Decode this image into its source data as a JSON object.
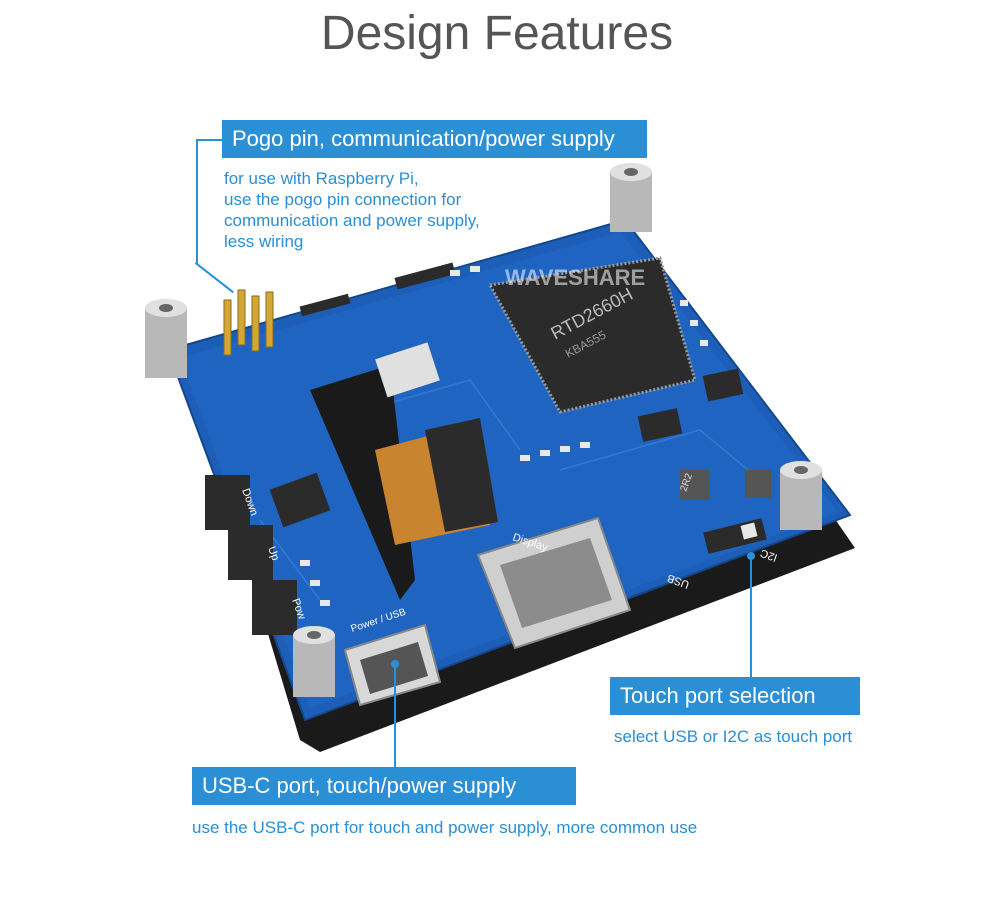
{
  "title": "Design Features",
  "accent_color": "#2a8fd4",
  "board_brand": "WAVESHARE",
  "board_labels": {
    "chip_text": "RTD2660H",
    "chip_sub": "KBA555",
    "button_down": "Down",
    "button_up": "Up",
    "button_power": "Pow",
    "hdmi": "Display",
    "usb_label": "Power / USB",
    "usb_switch": "USB",
    "i2c_switch": "I2C",
    "inductor": "2R2"
  },
  "callouts": {
    "pogo": {
      "title": "Pogo pin, communication/power supply",
      "lines": [
        "for use with Raspberry Pi,",
        "use the pogo pin connection for",
        "communication and power supply,",
        "less wiring"
      ]
    },
    "touch_port": {
      "title": "Touch port selection",
      "description": "select USB or I2C as touch port"
    },
    "usb_c": {
      "title": "USB-C port, touch/power supply",
      "description": "use the USB-C port for touch and power supply, more common use"
    }
  }
}
